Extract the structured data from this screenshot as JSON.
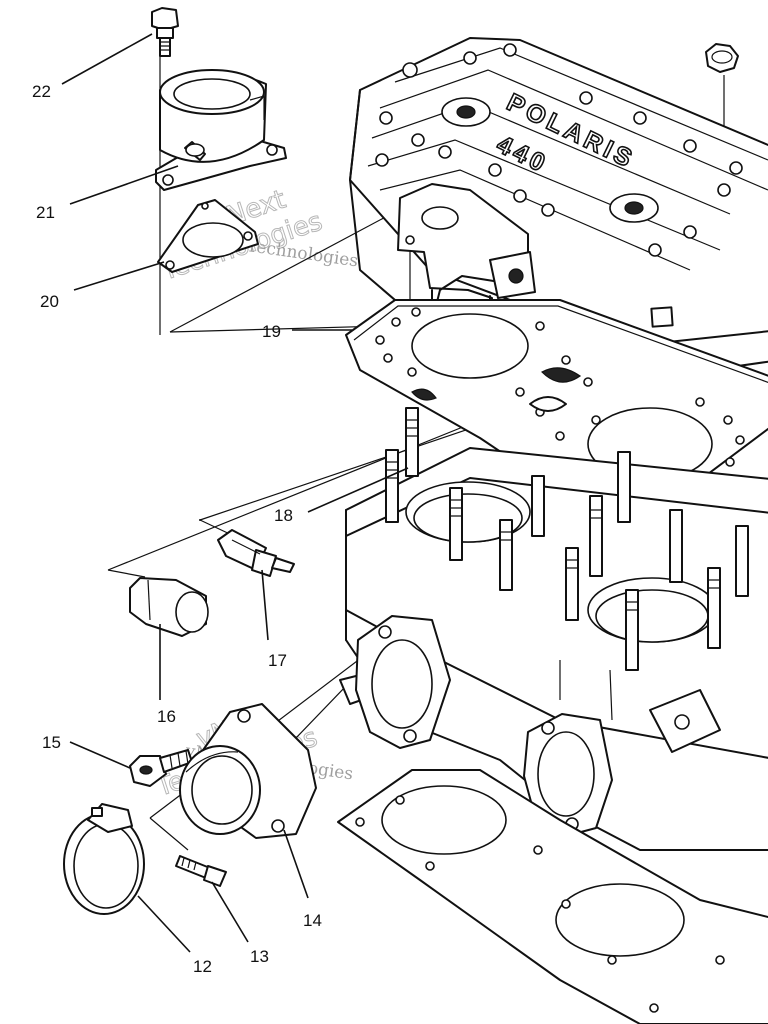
{
  "diagram": {
    "callouts": [
      "22",
      "21",
      "20",
      "19",
      "18",
      "17",
      "16",
      "15",
      "14",
      "13",
      "12"
    ],
    "cover_brand": "POLARIS",
    "cover_model": "440",
    "watermark_lines": [
      "vNext Technologies",
      "Technologies",
      "vNext"
    ]
  },
  "colors": {
    "ink": "#111111",
    "paper": "#ffffff",
    "watermark": "#6d6d6d"
  }
}
